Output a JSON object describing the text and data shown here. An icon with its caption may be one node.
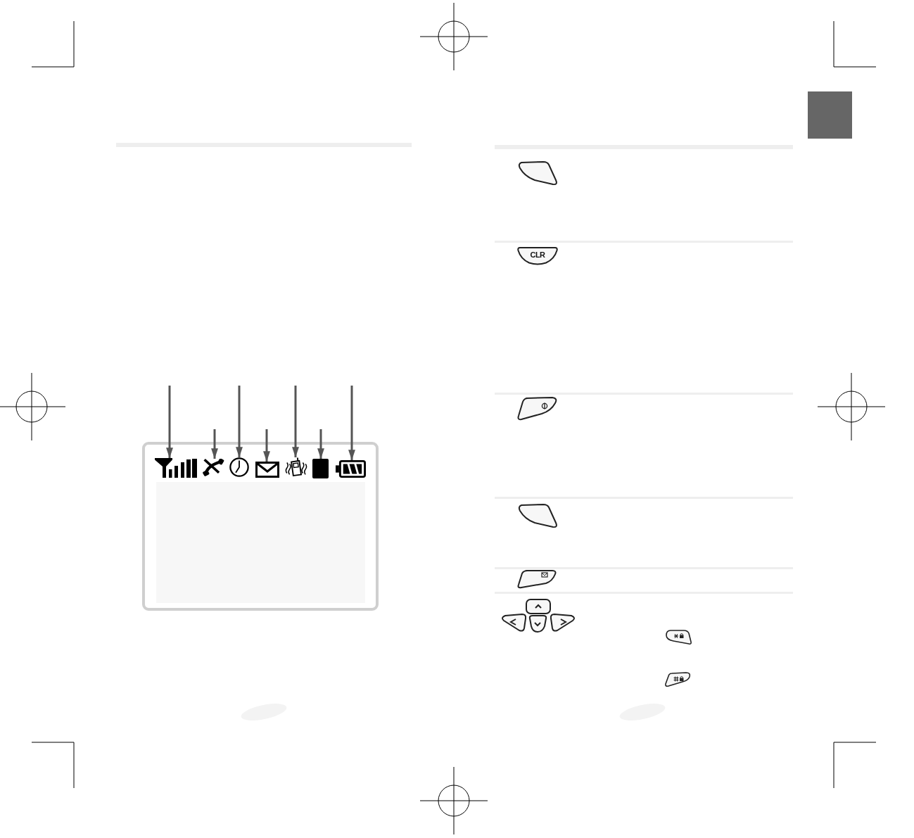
{
  "diagram": {
    "nodes": [
      {
        "text": [],
        "shape": "box"
      },
      {
        "text": [],
        "shape": "picture",
        "in": 0
      },
      {
        "text": [],
        "shape": "picture",
        "in": 0
      },
      {
        "text": [],
        "shape": "picture",
        "in": 0
      },
      {
        "text": [],
        "shape": "picture",
        "in": 0
      },
      {
        "text": [],
        "shape": "picture",
        "in": 0
      },
      {
        "text": [],
        "shape": "box",
        "in": 0
      },
      {
        "text": [],
        "shape": "picture",
        "in": 0
      },
      {
        "text": [
          "CLR"
        ]
      }
    ],
    "edges": [
      {
        "from": null,
        "to": 1,
        "arrow": "to"
      },
      {
        "from": null,
        "to": 2,
        "arrow": "to"
      },
      {
        "from": null,
        "to": 3,
        "arrow": "to"
      },
      {
        "from": null,
        "to": 4,
        "arrow": "to"
      },
      {
        "from": null,
        "to": 5,
        "arrow": "to"
      },
      {
        "from": null,
        "to": 6,
        "arrow": "to"
      },
      {
        "from": null,
        "to": 7,
        "arrow": "to"
      }
    ]
  }
}
